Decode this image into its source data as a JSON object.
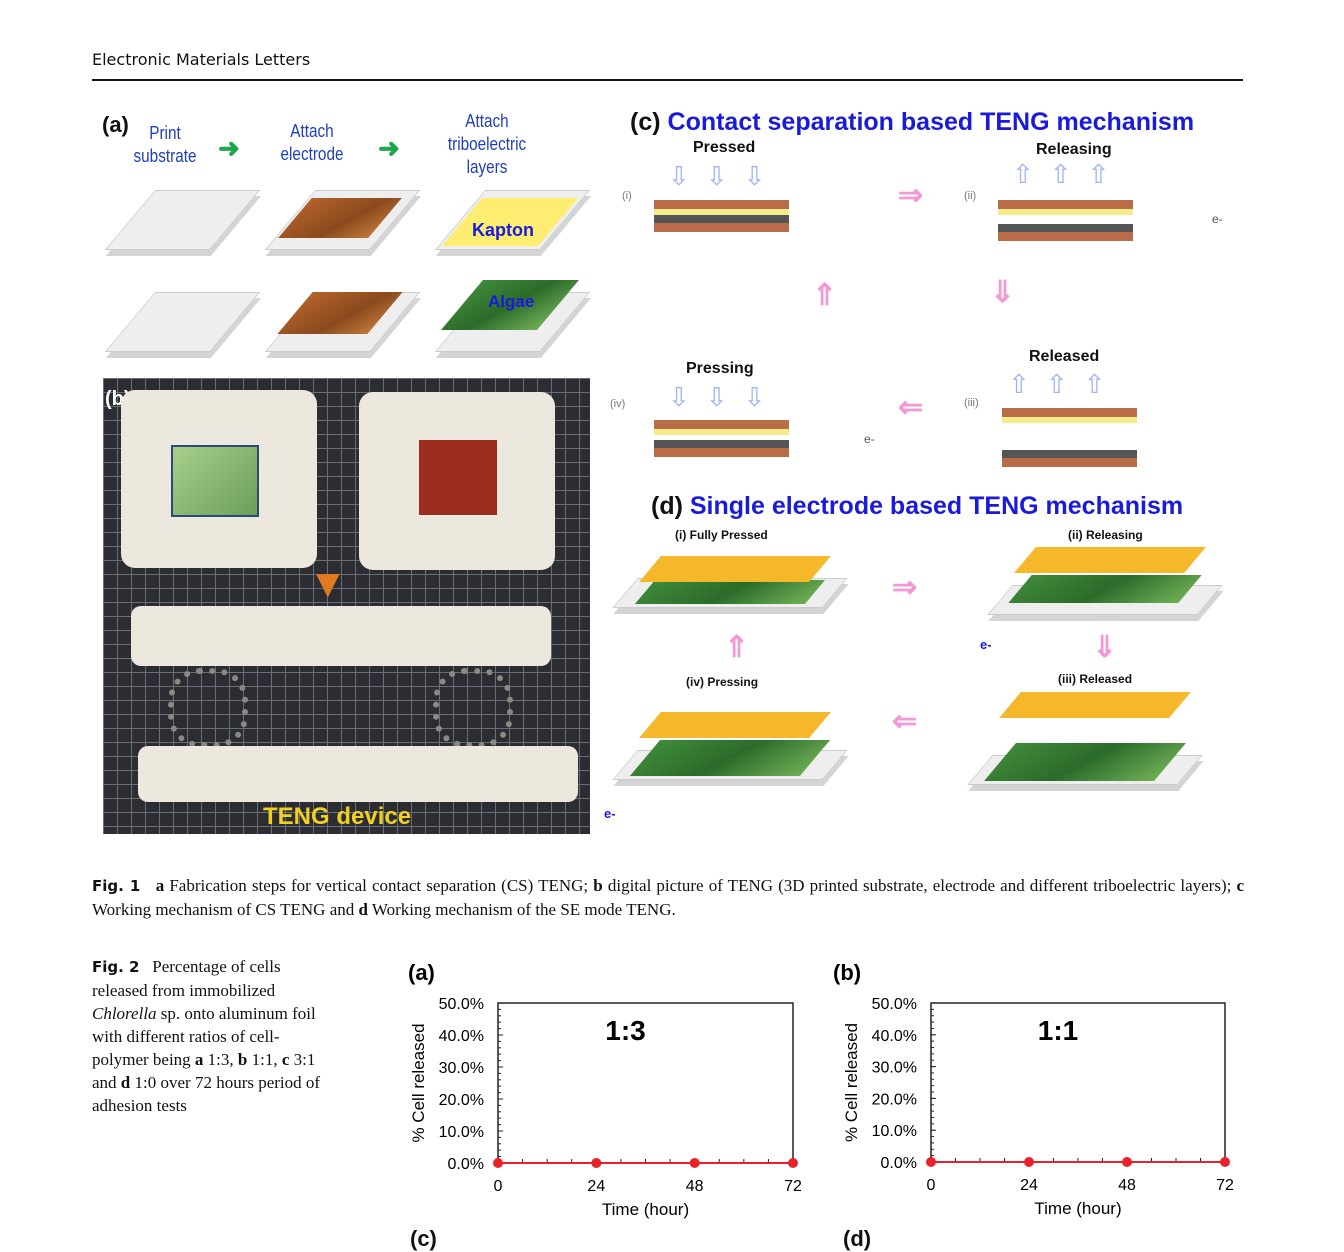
{
  "header": {
    "journal": "Electronic Materials Letters"
  },
  "fig1": {
    "a": {
      "label": "(a)",
      "steps": [
        "Print substrate",
        "Attach electrode",
        "Attach triboelectric layers"
      ],
      "kapton": "Kapton",
      "algae": "Algae"
    },
    "b": {
      "label": "(b)",
      "device": "TENG device"
    },
    "c": {
      "label": "(c)",
      "title": "Contact separation based TENG mechanism",
      "states": [
        "Pressed",
        "Releasing",
        "Released",
        "Pressing"
      ],
      "roman": [
        "(i)",
        "(ii)",
        "(iii)",
        "(iv)"
      ],
      "electron": "e-"
    },
    "d": {
      "label": "(d)",
      "title": "Single electrode based TENG mechanism",
      "states": [
        "(i) Fully Pressed",
        "(ii) Releasing",
        "(iii) Released",
        "(iv) Pressing"
      ],
      "electron": "e-"
    },
    "caption": {
      "fig": "Fig. 1",
      "parts": [
        "a",
        " Fabrication steps for vertical contact separation (CS) TENG; ",
        "b",
        " digital picture of TENG (3D printed substrate, electrode and different triboelectric layers); ",
        "c",
        " Working mechanism of CS TENG and ",
        "d",
        " Working mechanism of the SE mode TENG."
      ]
    }
  },
  "fig2": {
    "caption": {
      "fig": "Fig. 2",
      "t1": " Percentage of cells released from immobilized ",
      "species": "Chlorella",
      "t2": " sp. onto aluminum foil with different ratios of cell-polymer being ",
      "a": "a",
      "ra": " 1:3, ",
      "b": "b",
      "rb": " 1:1, ",
      "c": "c",
      "rc": " 3:1 and ",
      "d": "d",
      "rd": " 1:0 over 72 hours period of adhesion tests"
    },
    "more_panels": [
      "(c)",
      "(d)"
    ]
  },
  "chart_data": [
    {
      "type": "line",
      "panel": "(a)",
      "title": "1:3",
      "xlabel": "Time (hour)",
      "ylabel": "% Cell released",
      "x": [
        0,
        24,
        48,
        72
      ],
      "values": [
        0,
        0,
        0,
        0
      ],
      "xlim": [
        0,
        72
      ],
      "ylim": [
        0,
        50
      ],
      "yticks": [
        "0.0%",
        "10.0%",
        "20.0%",
        "30.0%",
        "40.0%",
        "50.0%"
      ],
      "xticks": [
        "0",
        "24",
        "48",
        "72"
      ],
      "color": "#e8212a"
    },
    {
      "type": "line",
      "panel": "(b)",
      "title": "1:1",
      "xlabel": "Time (hour)",
      "ylabel": "% Cell released",
      "x": [
        0,
        24,
        48,
        72
      ],
      "values": [
        0,
        0,
        0,
        0
      ],
      "xlim": [
        0,
        72
      ],
      "ylim": [
        0,
        50
      ],
      "yticks": [
        "0.0%",
        "10.0%",
        "20.0%",
        "30.0%",
        "40.0%",
        "50.0%"
      ],
      "xticks": [
        "0",
        "24",
        "48",
        "72"
      ],
      "color": "#e8212a"
    }
  ]
}
